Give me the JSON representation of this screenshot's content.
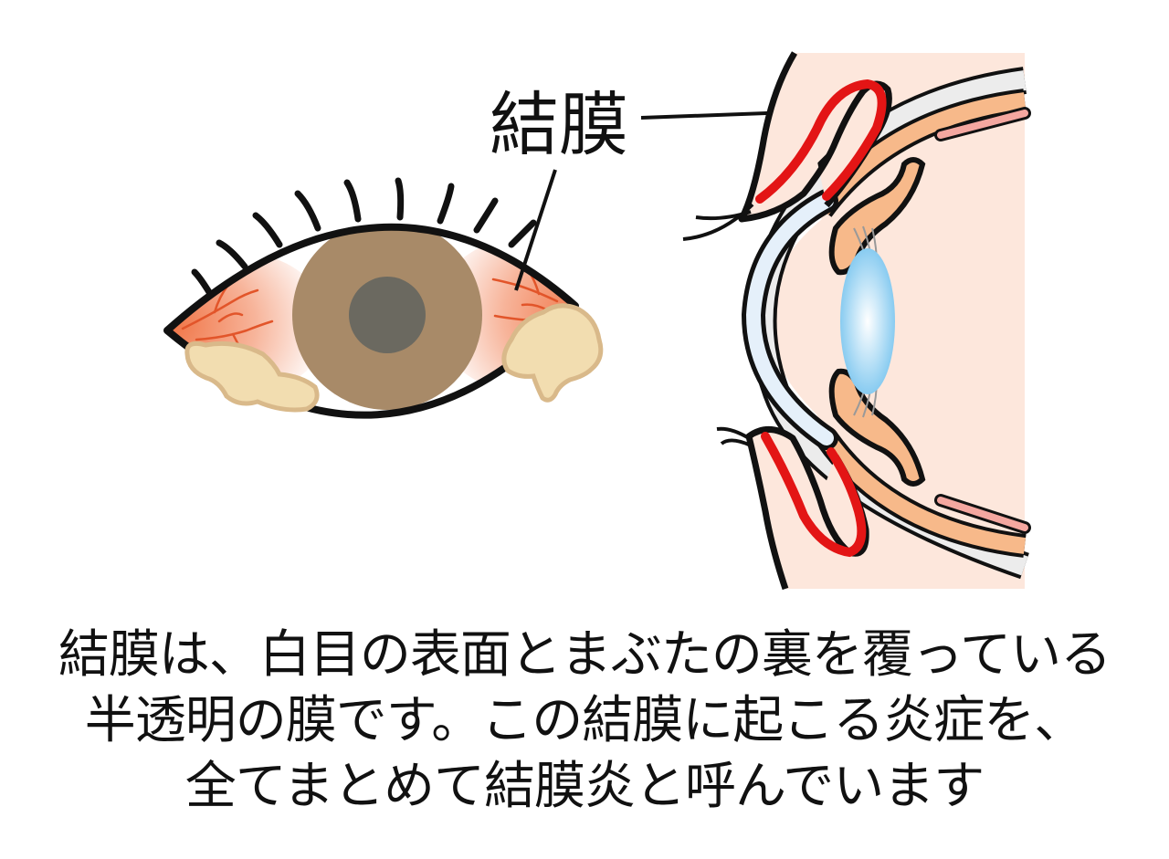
{
  "label": {
    "text": "結膜"
  },
  "caption": {
    "lines": [
      "結膜は、白目の表面とまぶたの裏を覆っている",
      "半透明の膜です。この結膜に起こる炎症を、",
      "全てまとめて結膜炎と呼んでいます"
    ]
  },
  "colors": {
    "outline": "#111111",
    "iris": "#a88a68",
    "pupil": "#6b6960",
    "discharge": "#f2ddb0",
    "discharge_edge": "#d9b98a",
    "redness": "#f08a60",
    "conjunctiva": "#e31515",
    "skin": "#fde7dc",
    "cornea": "#e5f0fa",
    "iris_side": "#f7b98a",
    "lens": "#8fd0f2",
    "sclera_band": "#ececec"
  }
}
